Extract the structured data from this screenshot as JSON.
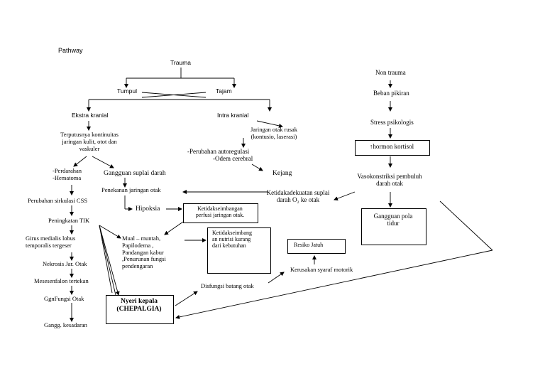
{
  "title": "Pathway",
  "nodes": {
    "trauma": "Trauma",
    "tumpul": "Tumpul",
    "tajam": "Tajam",
    "ekstra_kranial": "Ekstra kranial",
    "intra_kranial": "Intra kranial",
    "terputusnya": [
      "Terputusnya kontinuitas",
      "jaringan kulit, otot dan",
      "vaskuler"
    ],
    "jaringan_otak_rusak": [
      "Jaringan otak rusak",
      "(kontusio, laserasi)"
    ],
    "perdarahan": [
      "-Perdarahan",
      "-Hematoma"
    ],
    "gangguan_suplai": "Gangguan suplai darah",
    "perubahan_autoregulasi": [
      "-Perubahan autoregulasi",
      "-Odem cerebral"
    ],
    "kejang": "Kejang",
    "penekanan": "Penekanan jaringan otak",
    "ketidakadekuatan": [
      "Ketidakadekuatan suplai",
      "darah O₂ ke otak"
    ],
    "perubahan_sirkulasi": "Perubahan sirkulasi CSS",
    "peningkatan_tik": "Peningkatan TIK",
    "hipoksia": "Hipoksia",
    "ketidakseimbangan_perfusi": [
      "Ketidakseimbangan",
      "perfusi jaringan otak."
    ],
    "girus": [
      "Girus medialis lobus",
      "temporalis tergeser"
    ],
    "mual": [
      "Mual  –  muntah,",
      "Papilodema ,",
      "Pandangan kabur",
      ",Penurunan    fungsi",
      "pendengaran"
    ],
    "ketidakseimbangan_nutrisi": [
      "Ketidakseimbang",
      "an  nutrisi kurang",
      "dari kebutuhan"
    ],
    "resiko_jatuh": "Resiko Jatuh",
    "nekrosis": "Nekrosis Jar. Otak",
    "kerusakan_syaraf": "Kerusakan syaraf motorik",
    "mesesenfalon": "Mesesenfalon tertekan",
    "disfungsi": "Disfungsi batang otak",
    "ggn_fungsi": "GgnFungsi Otak",
    "nyeri": [
      "Nyeri kepala",
      "(CHEPALGIA)"
    ],
    "gangg_kesadaran": "Gangg. kesadaran",
    "non_trauma": "Non trauma",
    "beban_pikiran": "Beban  pikiran",
    "stress": "Stress psikologis",
    "hormon": "↑hormon kortisol",
    "vasokonstriksi": [
      "Vasokonstriksi  pembuluh",
      "darah otak"
    ],
    "gangguan_pola_tidur": [
      "Gangguan pola",
      "tidur"
    ]
  },
  "colors": {
    "line": "#000000",
    "background": "#ffffff"
  }
}
